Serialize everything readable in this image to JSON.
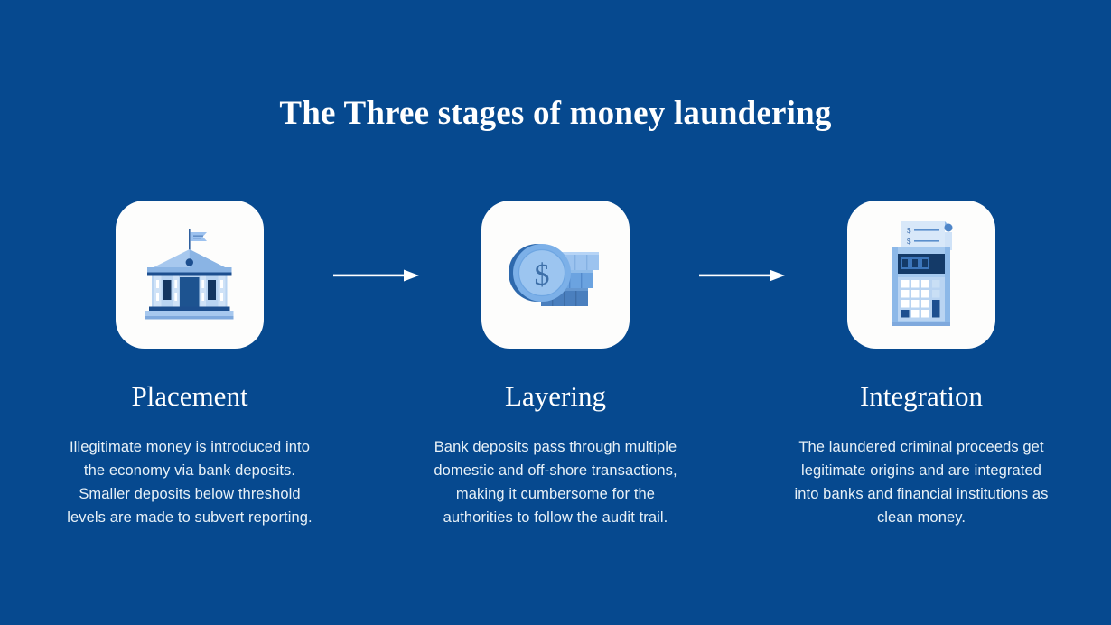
{
  "slide": {
    "title": "The Three stages of money laundering",
    "background_color": "#06498f",
    "card_color": "#fdfdfc",
    "title_color": "#ffffff",
    "body_text_color": "#e8f1f7",
    "arrow_color": "#ffffff"
  },
  "stages": [
    {
      "icon": "bank-building-icon",
      "heading": "Placement",
      "body": "Illegitimate money is introduced into the economy via bank deposits. Smaller deposits below threshold levels are made to subvert reporting."
    },
    {
      "icon": "coins-stack-icon",
      "heading": "Layering",
      "body": "Bank deposits pass through multiple domestic and off-shore transactions, making it cumbersome for the authorities to follow the audit trail."
    },
    {
      "icon": "calculator-receipt-icon",
      "heading": "Integration",
      "body": "The laundered criminal proceeds get legitimate origins and are integrated into banks and financial institutions as clean money."
    }
  ],
  "connectors": [
    {
      "name": "arrow-placement-to-layering",
      "direction": "right"
    },
    {
      "name": "arrow-layering-to-integration",
      "direction": "right"
    }
  ]
}
